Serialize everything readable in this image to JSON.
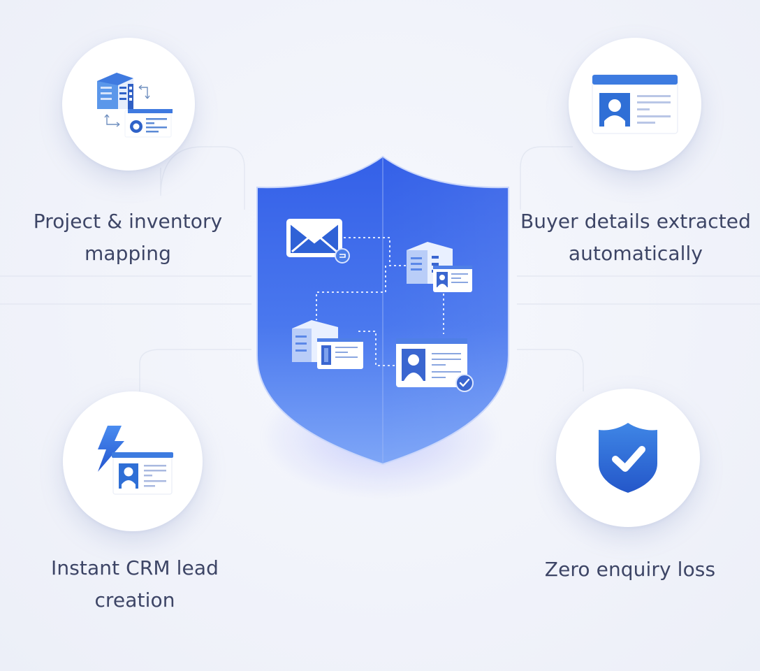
{
  "colors": {
    "background": "#f1f3fa",
    "shield_top": "#3460e8",
    "shield_bottom": "#6f9bf6",
    "icon_blue": "#2f6fd6",
    "icon_light_blue": "#5b97ea",
    "label_text": "#3d4566"
  },
  "center": {
    "icon": "shield-icon",
    "steps": [
      {
        "icon": "envelope-icon",
        "badge": "forward-badge-icon"
      },
      {
        "icon": "building-with-contact-card-icon"
      },
      {
        "icon": "building-with-document-card-icon"
      },
      {
        "icon": "contact-card-verified-icon",
        "badge": "check-badge-icon"
      }
    ]
  },
  "features": [
    {
      "id": "project-inventory-mapping",
      "icon": "building-mapping-icon",
      "lines": [
        "Project & inventory",
        "mapping"
      ]
    },
    {
      "id": "buyer-details-extracted",
      "icon": "contact-card-icon",
      "lines": [
        "Buyer details extracted",
        "automatically"
      ]
    },
    {
      "id": "instant-crm-lead",
      "icon": "lightning-contact-card-icon",
      "lines": [
        "Instant CRM lead",
        "creation"
      ]
    },
    {
      "id": "zero-enquiry-loss",
      "icon": "shield-check-icon",
      "lines": [
        "Zero enquiry loss"
      ]
    }
  ]
}
